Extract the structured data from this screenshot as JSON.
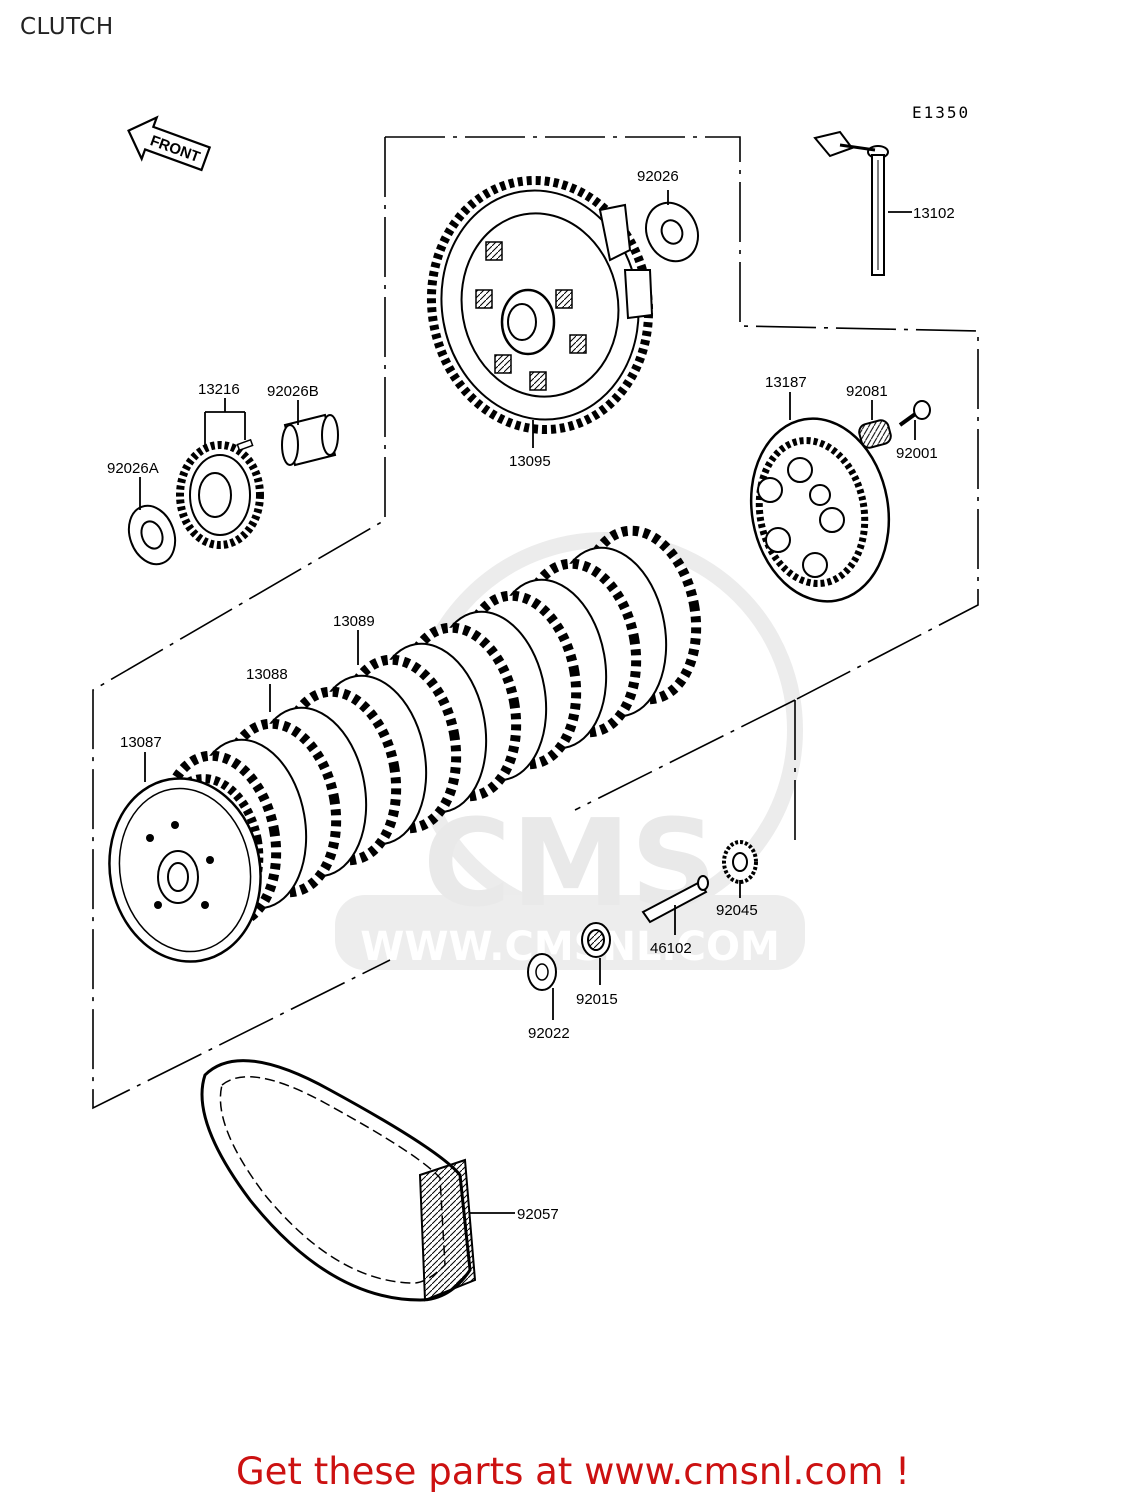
{
  "page": {
    "title": "CLUTCH",
    "footer": "Get these parts at www.cmsnl.com !",
    "footer_color": "#cc1111"
  },
  "diagram": {
    "code": "E1350",
    "front_arrow": "FRONT",
    "watermark": {
      "brand": "CMS",
      "url": "WWW.CMSNL.COM"
    },
    "parts": [
      {
        "id": "p-92026",
        "label": "92026"
      },
      {
        "id": "p-13102",
        "label": "13102"
      },
      {
        "id": "p-13216",
        "label": "13216"
      },
      {
        "id": "p-92026b",
        "label": "92026B"
      },
      {
        "id": "p-92026a",
        "label": "92026A"
      },
      {
        "id": "p-13095",
        "label": "13095"
      },
      {
        "id": "p-13187",
        "label": "13187"
      },
      {
        "id": "p-92081",
        "label": "92081"
      },
      {
        "id": "p-92001",
        "label": "92001"
      },
      {
        "id": "p-13089",
        "label": "13089"
      },
      {
        "id": "p-13088",
        "label": "13088"
      },
      {
        "id": "p-13087",
        "label": "13087"
      },
      {
        "id": "p-92045",
        "label": "92045"
      },
      {
        "id": "p-46102",
        "label": "46102"
      },
      {
        "id": "p-92015",
        "label": "92015"
      },
      {
        "id": "p-92022",
        "label": "92022"
      },
      {
        "id": "p-92057",
        "label": "92057"
      }
    ]
  }
}
